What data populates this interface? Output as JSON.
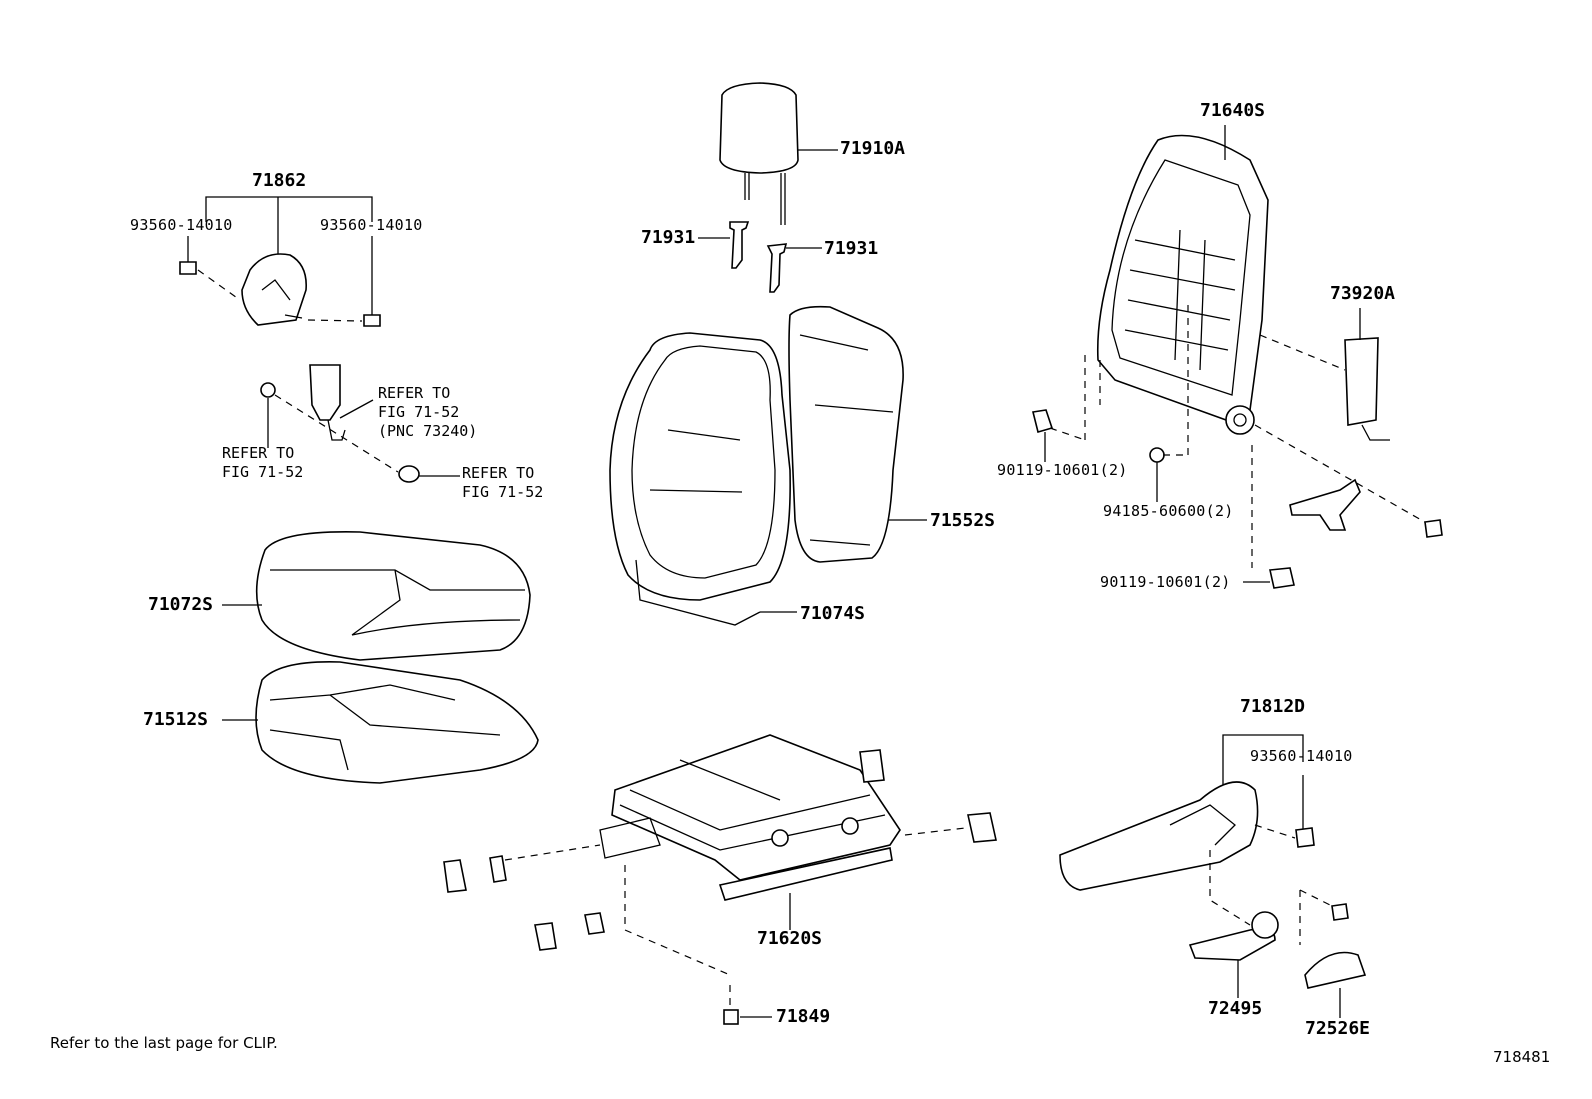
{
  "labels": {
    "p71862": "71862",
    "p93560_l": "93560-14010",
    "p93560_r": "93560-14010",
    "p71910A": "71910A",
    "p71931_l": "71931",
    "p71931_r": "71931",
    "p71640S": "71640S",
    "p73920A": "73920A",
    "p90119_a": "90119-10601(2)",
    "p94185": "94185-60600(2)",
    "p90119_b": "90119-10601(2)",
    "p71552S": "71552S",
    "p71074S": "71074S",
    "p71072S": "71072S",
    "p71512S": "71512S",
    "p71620S": "71620S",
    "p71849": "71849",
    "p71812D": "71812D",
    "p93560_c": "93560-14010",
    "p72495": "72495",
    "p72526E": "72526E"
  },
  "refs": {
    "ref_a": "REFER TO\nFIG 71-52\n(PNC 73240)",
    "ref_b": "REFER TO\nFIG 71-52",
    "ref_c": "REFER TO\nFIG 71-52"
  },
  "footer": {
    "note": "Refer to the last page for CLIP.",
    "figure_id": "718481"
  }
}
